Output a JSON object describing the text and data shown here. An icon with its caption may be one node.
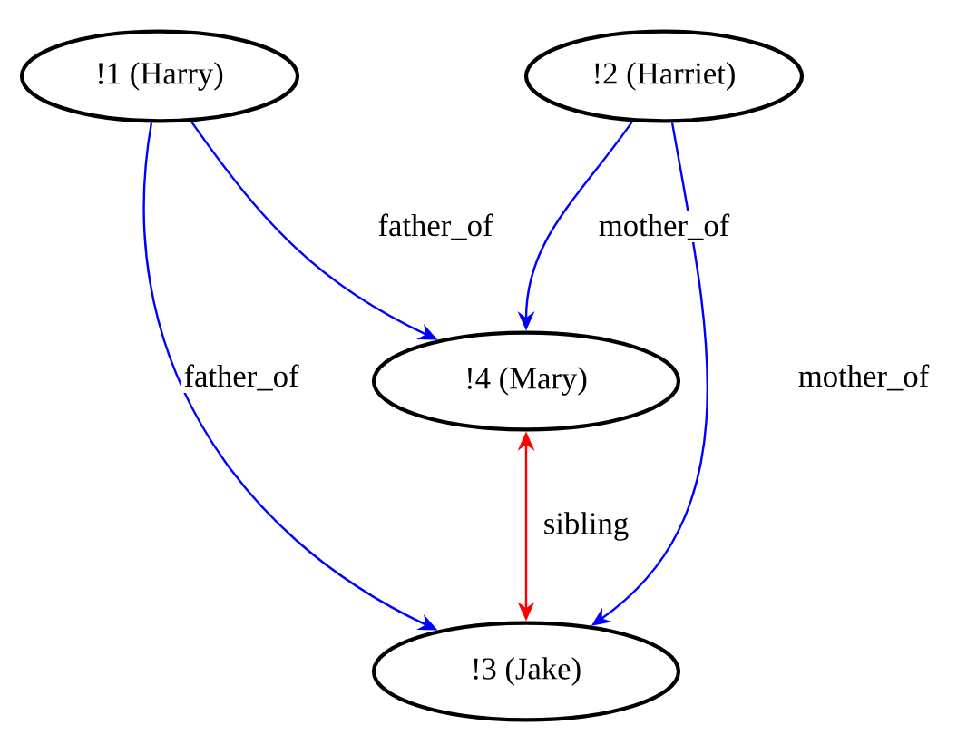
{
  "diagram": {
    "nodes": [
      {
        "text": [
          "!1 (Harry)"
        ]
      },
      {
        "text": [
          "!2 (Harriet)"
        ]
      },
      {
        "text": [
          "!4 (Mary)"
        ]
      },
      {
        "text": [
          "!3 (Jake)"
        ]
      }
    ],
    "edges": [
      {
        "from": 0,
        "to": 2,
        "arrow": "to",
        "label": "father_of"
      },
      {
        "from": 1,
        "to": 2,
        "arrow": "to",
        "label": "mother_of"
      },
      {
        "from": 0,
        "to": 3,
        "arrow": "to",
        "label": "father_of"
      },
      {
        "from": 1,
        "to": 3,
        "arrow": "to",
        "label": "mother_of"
      },
      {
        "from": 2,
        "to": 3,
        "arrow": "both",
        "label": "sibling",
        "color": "#ff0000"
      }
    ]
  }
}
